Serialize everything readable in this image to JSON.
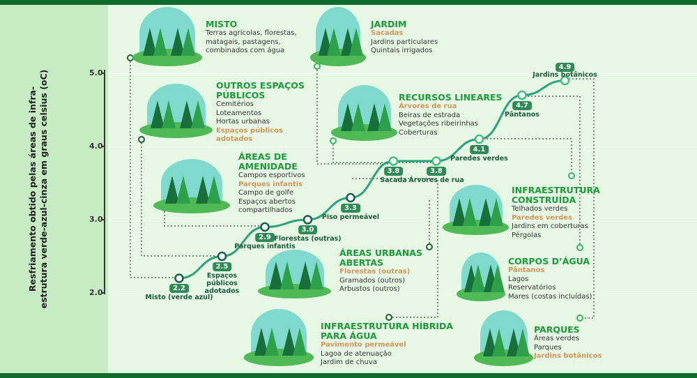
{
  "chart_data": {
    "type": "line",
    "ylabel": "Resfriamento obtido pelas áreas de infra-estrutura verde-azul-cinza em graus celsius (oC)",
    "ylim": [
      2.0,
      5.0
    ],
    "yticks": [
      "5.0",
      "4.0",
      "3.0",
      "2.0"
    ],
    "line_color": "#2aa37a",
    "points": [
      {
        "label": "Misto (verde azul)",
        "value": 2.2,
        "value_label": "2.2"
      },
      {
        "label": "Espaços públicos adotados",
        "value": 2.5,
        "value_label": "2.5"
      },
      {
        "label": "Parques infantis",
        "value": 2.9,
        "value_label": "2.9"
      },
      {
        "label": "Florestas (outras)",
        "value": 3.0,
        "value_label": "3.0"
      },
      {
        "label": "Piso permeável",
        "value": 3.3,
        "value_label": "3.3"
      },
      {
        "label": "Sacada",
        "value": 3.8,
        "value_label": "3.8"
      },
      {
        "label": "Árvores de rua",
        "value": 3.8,
        "value_label": "3.8"
      },
      {
        "label": "Paredes verdes",
        "value": 4.1,
        "value_label": "4.1"
      },
      {
        "label": "Pântanos",
        "value": 4.7,
        "value_label": "4.7"
      },
      {
        "label": "Jardins botânicos",
        "value": 4.9,
        "value_label": "4.9"
      }
    ]
  },
  "panels": [
    {
      "title": [
        "MISTO"
      ],
      "items": [
        {
          "text": "Terras agrícolas, florestas,"
        },
        {
          "text": "matagais, pastagens,"
        },
        {
          "text": "combinados com água"
        }
      ]
    },
    {
      "title": [
        "JARDIM"
      ],
      "items": [
        {
          "text": "Sacadas",
          "highlight": true
        },
        {
          "text": "Jardins particulares"
        },
        {
          "text": "Quintais irrigados"
        }
      ]
    },
    {
      "title": [
        "OUTROS ESPAÇOS",
        "PÚBLICOS"
      ],
      "items": [
        {
          "text": "Cemitérios"
        },
        {
          "text": "Loteamentos"
        },
        {
          "text": "Hortas urbanas"
        },
        {
          "text": "Espaços públicos",
          "highlight": true
        },
        {
          "text": "adotados",
          "highlight": true
        }
      ]
    },
    {
      "title": [
        "RECURSOS LINEARES"
      ],
      "items": [
        {
          "text": "Árvores de rua",
          "highlight": true
        },
        {
          "text": "Beiras de estrada"
        },
        {
          "text": "Vegetações ribeirinhas"
        },
        {
          "text": "Coberturas"
        }
      ]
    },
    {
      "title": [
        "ÁREAS DE",
        "AMENIDADE"
      ],
      "items": [
        {
          "text": "Campos esportivos"
        },
        {
          "text": "Parques infantis",
          "highlight": true
        },
        {
          "text": "Campo de golfe"
        },
        {
          "text": "Espaços abertos"
        },
        {
          "text": "compartilhados"
        }
      ]
    },
    {
      "title": [
        "INFRAESTRUTURA",
        "CONSTRUÍDA"
      ],
      "items": [
        {
          "text": "Telhados verdes"
        },
        {
          "text": "Paredes verdes",
          "highlight": true
        },
        {
          "text": "Jardins em coberturas"
        },
        {
          "text": "Pérgolas"
        }
      ]
    },
    {
      "title": [
        "ÁREAS URBANAS",
        "ABERTAS"
      ],
      "items": [
        {
          "text": "Florestas (outras)",
          "highlight": true
        },
        {
          "text": "Gramados (outros)"
        },
        {
          "text": "Arbustos (outros)"
        }
      ]
    },
    {
      "title": [
        "CORPOS D’ÁGUA"
      ],
      "items": [
        {
          "text": "Pântanos",
          "highlight": true
        },
        {
          "text": "Lagos"
        },
        {
          "text": "Reservatórios"
        },
        {
          "text": "Mares (costas incluídas)"
        }
      ]
    },
    {
      "title": [
        "INFRAESTRUTURA HÍBRIDA",
        "PARA ÁGUA"
      ],
      "items": [
        {
          "text": "Pavimento permeável",
          "highlight": true
        },
        {
          "text": "Lagoa de atenuação"
        },
        {
          "text": "Jardim de chuva"
        }
      ]
    },
    {
      "title": [
        "PARQUES"
      ],
      "items": [
        {
          "text": "Áreas verdes"
        },
        {
          "text": "Parques"
        },
        {
          "text": "Jardins botânicos",
          "highlight": true
        }
      ]
    }
  ]
}
